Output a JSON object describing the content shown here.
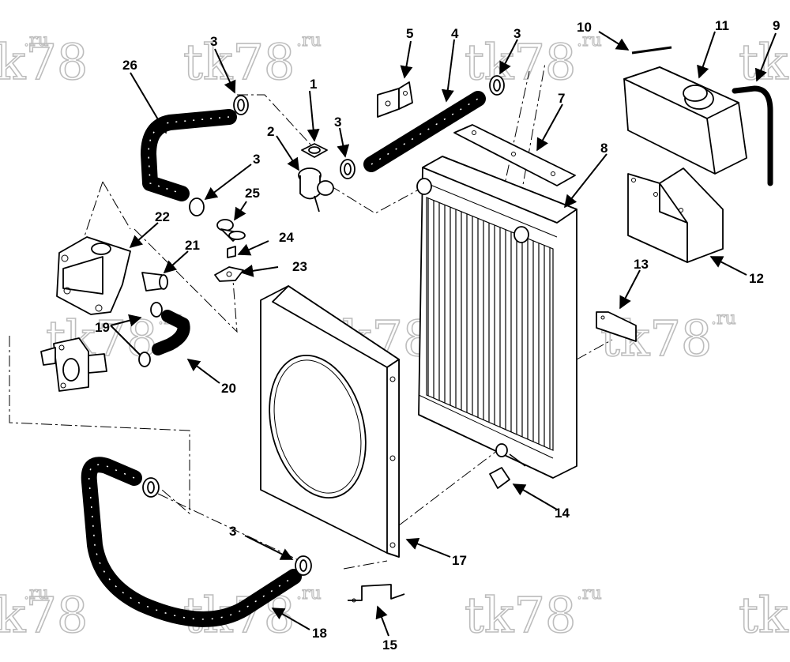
{
  "watermark": {
    "main": "tk78",
    "suffix": ".ru"
  },
  "callouts": [
    "1",
    "2",
    "3",
    "4",
    "5",
    "7",
    "8",
    "9",
    "10",
    "11",
    "12",
    "13",
    "14",
    "15",
    "17",
    "18",
    "19",
    "20",
    "21",
    "22",
    "23",
    "24",
    "25",
    "26"
  ]
}
